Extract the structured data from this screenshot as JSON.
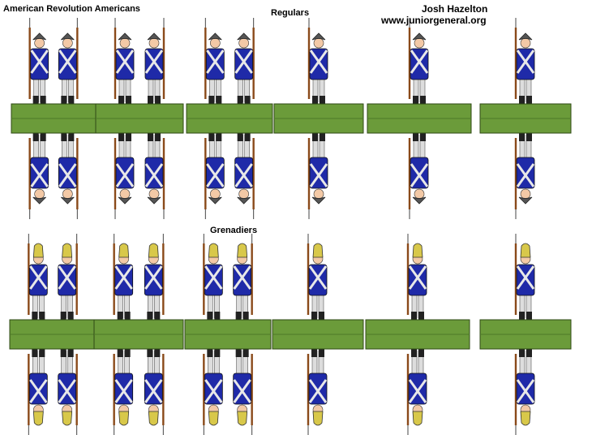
{
  "header": {
    "title": "American Revolution Americans",
    "author": "Josh Hazelton",
    "website": "www.juniorgeneral.org"
  },
  "sections": [
    {
      "label": "Regulars",
      "hat": "tricorn"
    },
    {
      "label": "Grenadiers",
      "hat": "mitre"
    }
  ],
  "groups": [
    {
      "pose": "shoulder-arms",
      "count": 2
    },
    {
      "pose": "order-arms",
      "count": 2
    },
    {
      "pose": "present-arms",
      "count": 2
    },
    {
      "pose": "firing-standing",
      "count": 1
    },
    {
      "pose": "firing-kneeling",
      "count": 1
    },
    {
      "pose": "charging",
      "count": 1
    }
  ],
  "colors": {
    "coat": "#1f2aa8",
    "facing": "#e8e8e8",
    "base": "#6b9b3a",
    "base_dark": "#4d7a28",
    "musket": "#8a4a1a",
    "hat": "#555555",
    "skin": "#f3c9a6"
  }
}
